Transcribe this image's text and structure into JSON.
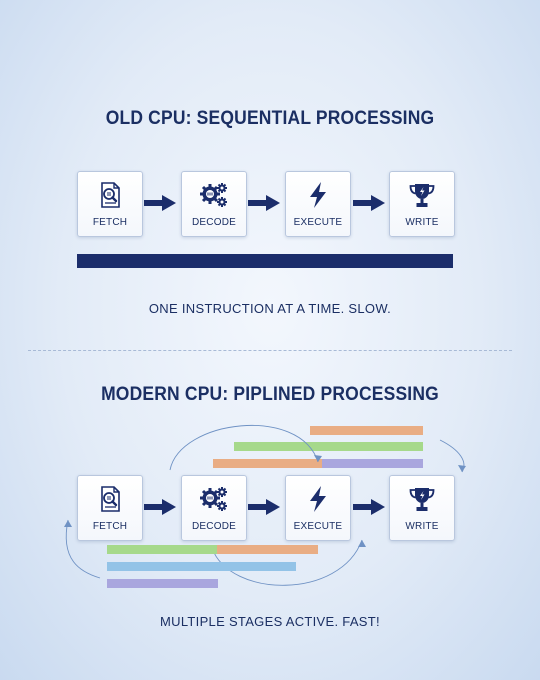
{
  "colors": {
    "navy": "#1b2d6b",
    "orange": "#e9ad84",
    "green": "#a6d98b",
    "purple": "#a9a6de",
    "blue": "#93c3e7"
  },
  "old": {
    "title": "OLD CPU: SEQUENTIAL PROCESSING",
    "caption": "ONE INSTRUCTION AT A TIME. SLOW.",
    "stages": [
      {
        "label": "FETCH",
        "icon": "magnifier-document-icon"
      },
      {
        "label": "DECODE",
        "icon": "gears-icon"
      },
      {
        "label": "EXECUTE",
        "icon": "lightning-icon"
      },
      {
        "label": "WRITE",
        "icon": "trophy-icon"
      }
    ]
  },
  "modern": {
    "title": "MODERN CPU: PIPLINED PROCESSING",
    "caption": "MULTIPLE STAGES ACTIVE. FAST!",
    "stages": [
      {
        "label": "FETCH",
        "icon": "magnifier-document-icon"
      },
      {
        "label": "DECODE",
        "icon": "gears-icon"
      },
      {
        "label": "EXECUTE",
        "icon": "lightning-icon"
      },
      {
        "label": "WRITE",
        "icon": "trophy-icon"
      }
    ]
  }
}
